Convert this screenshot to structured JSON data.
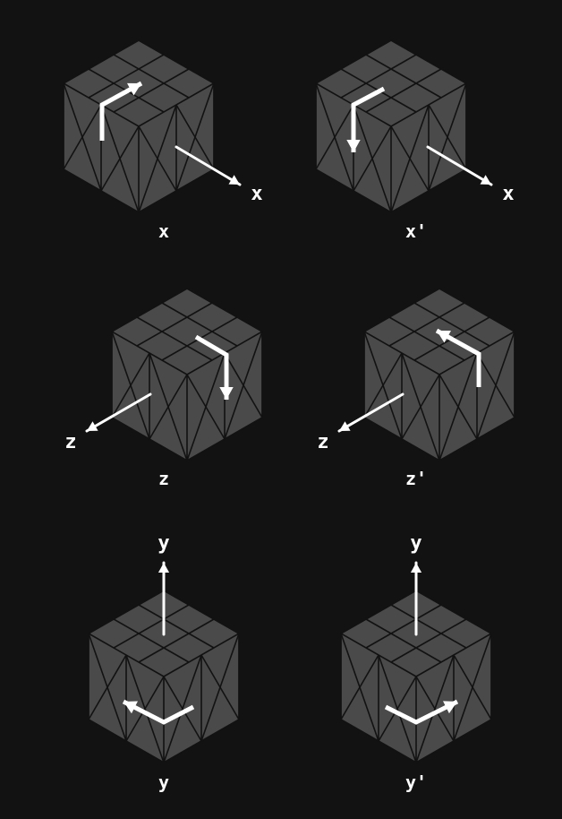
{
  "background": "#121212",
  "cube_face_color": "#4a4a4a",
  "arrow_color": "#ffffff",
  "panels": [
    {
      "id": "x",
      "caption": "x",
      "axis_label": "x",
      "rotation": "x",
      "icon": "clockwise-rotation-arrow"
    },
    {
      "id": "x-prime",
      "caption": "x'",
      "axis_label": "x",
      "rotation": "x-prime",
      "icon": "counterclockwise-rotation-arrow"
    },
    {
      "id": "z",
      "caption": "z",
      "axis_label": "z",
      "rotation": "z",
      "icon": "clockwise-rotation-arrow"
    },
    {
      "id": "z-prime",
      "caption": "z'",
      "axis_label": "z",
      "rotation": "z-prime",
      "icon": "counterclockwise-rotation-arrow"
    },
    {
      "id": "y",
      "caption": "y",
      "axis_label": "y",
      "rotation": "y",
      "icon": "clockwise-rotation-arrow"
    },
    {
      "id": "y-prime",
      "caption": "y'",
      "axis_label": "y",
      "rotation": "y-prime",
      "icon": "counterclockwise-rotation-arrow"
    }
  ]
}
